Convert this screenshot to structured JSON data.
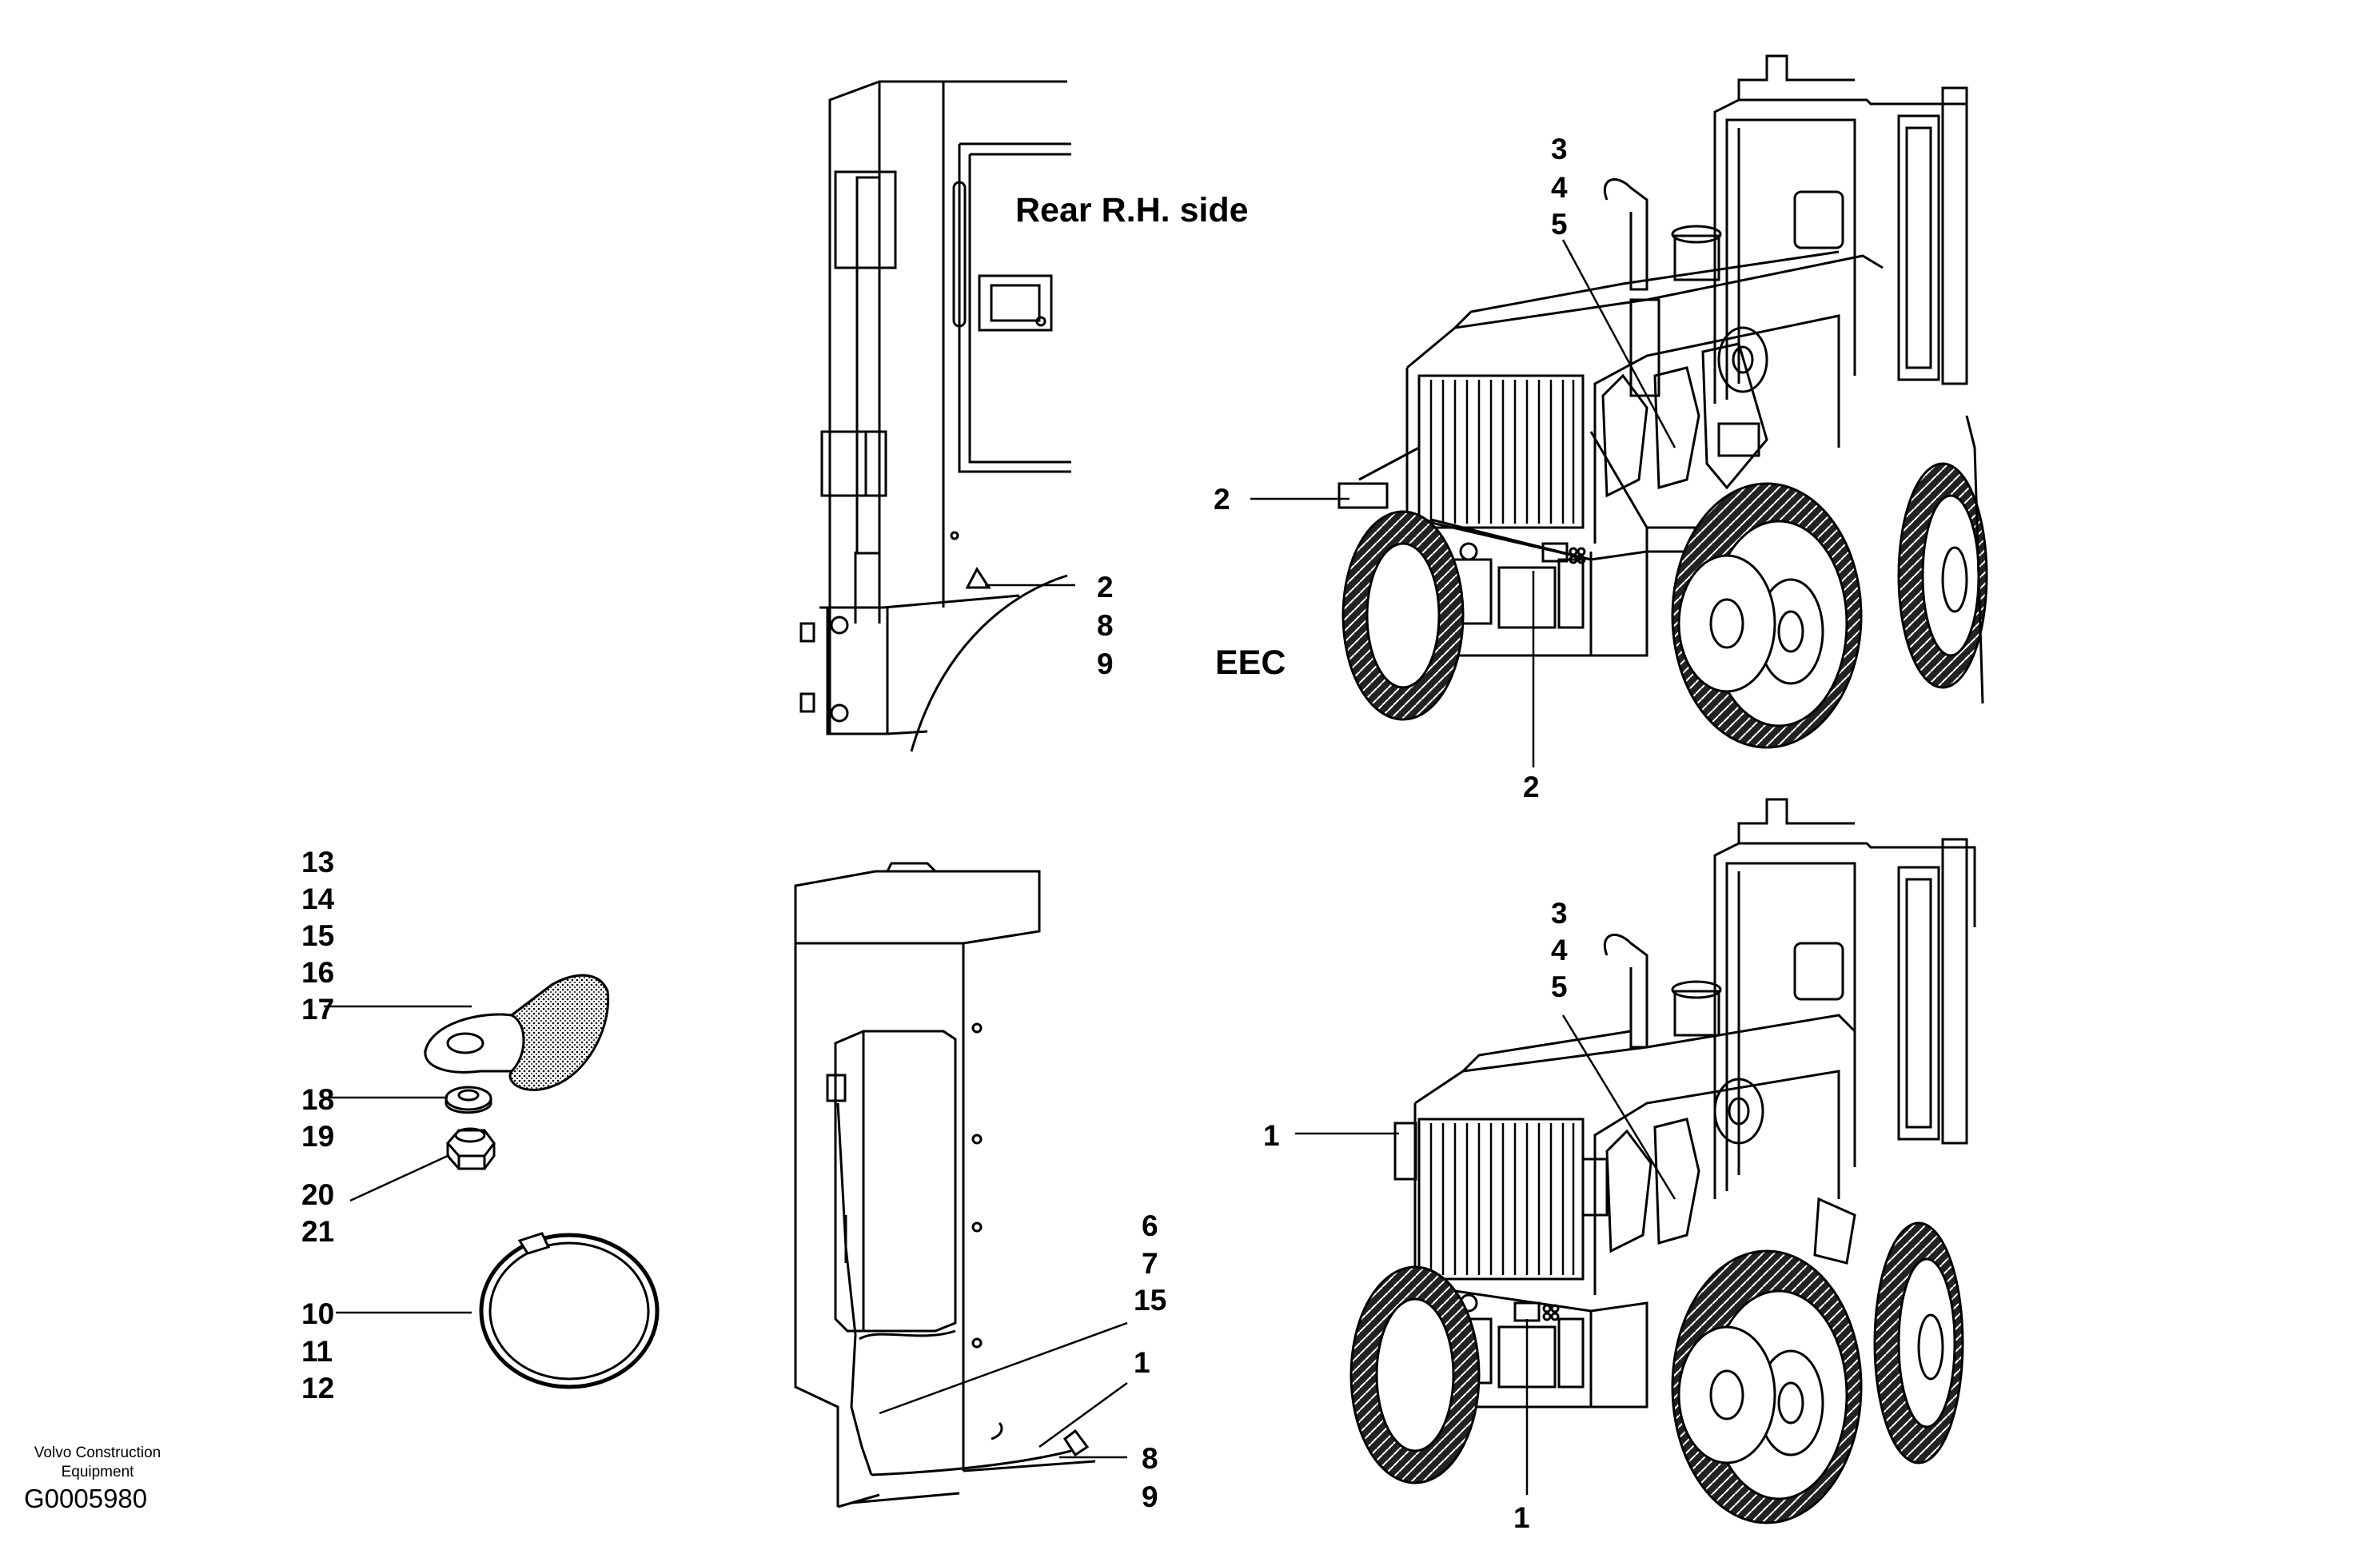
{
  "captions": {
    "rear_rh_side": "Rear R.H. side",
    "eec": "EEC"
  },
  "callouts": {
    "top_left": [
      "2",
      "8",
      "9"
    ],
    "top_right_stack": [
      "3",
      "4",
      "5"
    ],
    "top_right_side": "2",
    "top_right_bottom": "2",
    "parts_clamp": [
      "13",
      "14",
      "15",
      "16",
      "17"
    ],
    "parts_washer": [
      "18",
      "19"
    ],
    "parts_nut": [
      "20",
      "21"
    ],
    "parts_band": [
      "10",
      "11",
      "12"
    ],
    "bottom_mid_upper": [
      "6",
      "7",
      "15"
    ],
    "bottom_mid_one": "1",
    "bottom_mid_lower": [
      "8",
      "9"
    ],
    "bottom_right_stack": [
      "3",
      "4",
      "5"
    ],
    "bottom_right_side": "1",
    "bottom_right_bottom": "1"
  },
  "footer": {
    "brand_line1": "Volvo Construction",
    "brand_line2": "Equipment",
    "code": "G0005980"
  }
}
